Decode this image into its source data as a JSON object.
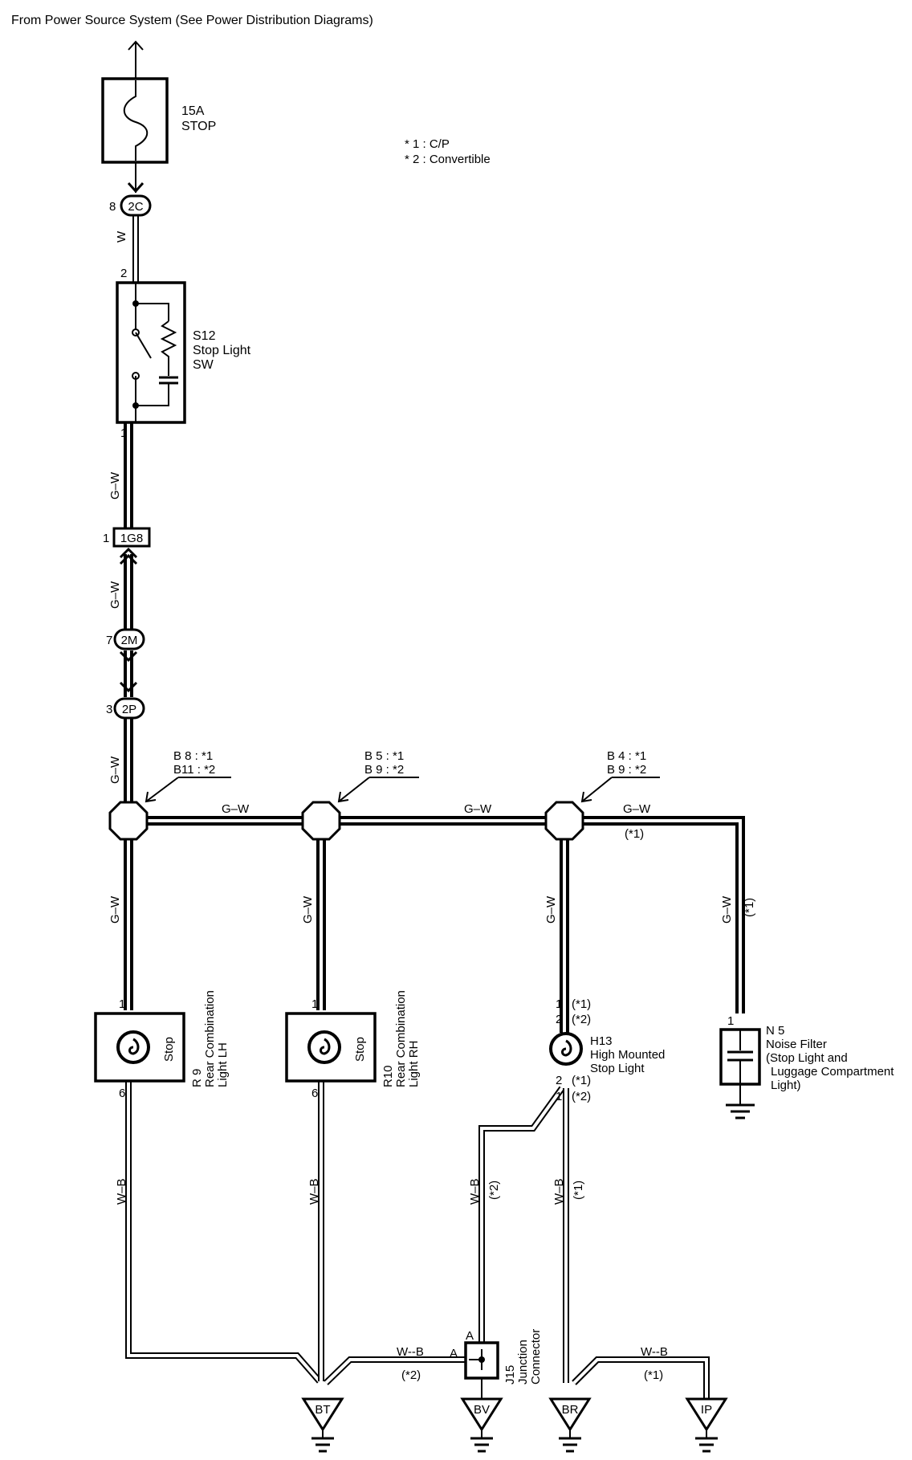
{
  "header": {
    "source_note": "From Power Source System (See Power Distribution Diagrams)"
  },
  "legend": {
    "line1": "* 1 : C/P",
    "line2": "* 2 : Convertible"
  },
  "fuse": {
    "rating": "15A",
    "name": "STOP"
  },
  "connectors": {
    "c2C": {
      "id": "2C",
      "pin": "8"
    },
    "c1G8": {
      "id": "1G8",
      "pin": "1"
    },
    "c2M": {
      "id": "2M",
      "pin": "7"
    },
    "c2P": {
      "id": "2P",
      "pin": "3"
    }
  },
  "switch": {
    "id": "S12",
    "name_line1": "Stop Light",
    "name_line2": "SW",
    "pin_top": "2",
    "pin_bottom": "1"
  },
  "wires": {
    "gw": "G–W",
    "w": "W",
    "wb": "W–B",
    "wb_dash": "W--B"
  },
  "splices": {
    "s1": {
      "line1": "B 8 : *1",
      "line2": "B11 : *2"
    },
    "s2": {
      "line1": "B 5 : *1",
      "line2": "B 9 : *2"
    },
    "s3": {
      "line1": "B 4 : *1",
      "line2": "B 9 : *2"
    }
  },
  "notes": {
    "n1": "(*1)",
    "n2": "(*2)"
  },
  "lamps": {
    "r9": {
      "id": "R 9",
      "name_line1": "Rear Combination",
      "name_line2": "Light LH",
      "lamp": "Stop",
      "pin_in": "1",
      "pin_out": "6"
    },
    "r10": {
      "id": "R10",
      "name_line1": "Rear Combination",
      "name_line2": "Light RH",
      "lamp": "Stop",
      "pin_in": "1",
      "pin_out": "6"
    },
    "h13": {
      "id": "H13",
      "name_line1": "High Mounted",
      "name_line2": "Stop Light",
      "pin_in_a": "1",
      "pin_in_b": "2",
      "pin_out_a": "2",
      "pin_out_b": "1"
    }
  },
  "noise_filter": {
    "id": "N 5",
    "name_line1": "Noise Filter",
    "name_line2": "(Stop Light and",
    "name_line3": "Luggage Compartment",
    "name_line4": "Light)",
    "pin": "1"
  },
  "junction": {
    "id": "J15",
    "name_line1": "Junction",
    "name_line2": "Connector",
    "pin_top": "A",
    "pin_left": "A"
  },
  "grounds": {
    "bt": "BT",
    "bv": "BV",
    "br": "BR",
    "ip": "IP"
  }
}
